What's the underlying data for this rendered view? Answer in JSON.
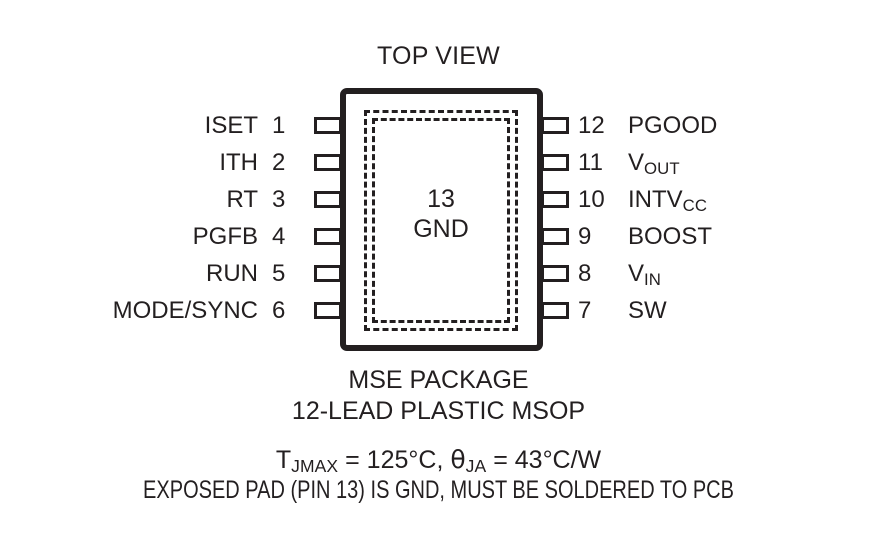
{
  "title": "TOP VIEW",
  "package": {
    "exposed_pad_number": "13",
    "exposed_pad_label": "GND"
  },
  "pins": {
    "left": [
      {
        "number": "1",
        "name": "ISET"
      },
      {
        "number": "2",
        "name": "ITH"
      },
      {
        "number": "3",
        "name": "RT"
      },
      {
        "number": "4",
        "name": "PGFB"
      },
      {
        "number": "5",
        "name": "RUN"
      },
      {
        "number": "6",
        "name": "MODE/SYNC"
      }
    ],
    "right": [
      {
        "number": "12",
        "name": "PGOOD",
        "base": "PGOOD",
        "sub": ""
      },
      {
        "number": "11",
        "name": "VOUT",
        "base": "V",
        "sub": "OUT"
      },
      {
        "number": "10",
        "name": "INTVCC",
        "base": "INTV",
        "sub": "CC"
      },
      {
        "number": "9",
        "name": "BOOST",
        "base": "BOOST",
        "sub": ""
      },
      {
        "number": "8",
        "name": "VIN",
        "base": "V",
        "sub": "IN"
      },
      {
        "number": "7",
        "name": "SW",
        "base": "SW",
        "sub": ""
      }
    ]
  },
  "captions": {
    "package_name": "MSE PACKAGE",
    "package_desc": "12-LEAD PLASTIC MSOP",
    "thermal_tj_label": "T",
    "thermal_tj_sub": "JMAX",
    "thermal_tj_value": " = 125°C, ",
    "thermal_theta_label": "θ",
    "thermal_theta_sub": "JA",
    "thermal_theta_value": " = 43°C/W",
    "thermal_line": "TJMAX = 125°C, θJA = 43°C/W",
    "exposed_pad_note": "EXPOSED PAD (PIN 13) IS GND, MUST BE SOLDERED TO PCB"
  },
  "colors": {
    "ink": "#231f20",
    "background": "#ffffff"
  }
}
